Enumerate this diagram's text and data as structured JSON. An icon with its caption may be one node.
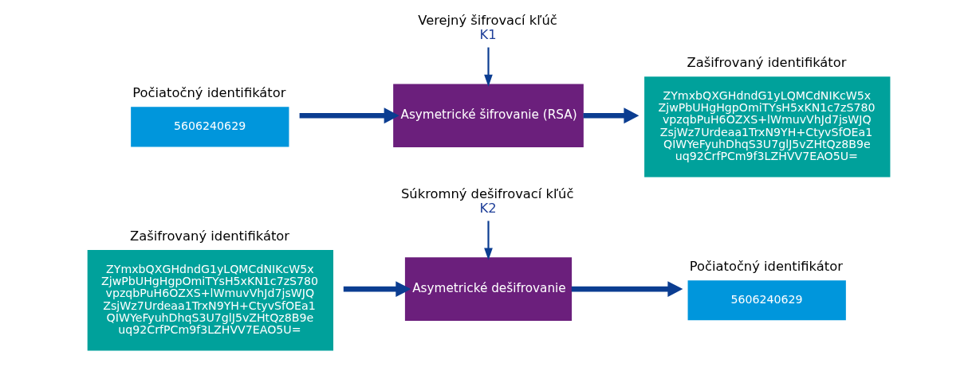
{
  "diagram": {
    "nodes": [
      {
        "text": [
          "Počiatočný identifikátor",
          "5606240629"
        ]
      },
      {
        "text": [
          "Verejný šifrovací kľúč",
          "K1"
        ]
      },
      {
        "text": [
          "Asymetrické šifrovanie (RSA)"
        ]
      },
      {
        "text": [
          "Zašifrovaný identifikátor",
          "ZYmxbQXGHdndG1yLQMCdNIKcW5x ZjwPbUHgHgpOmiTYsH5xKN1c7zS780 vpzqbPuH6OZXS+lWmuvVhJd7jsWJQ ZsjWz7Urdeaa1TrxN9YH+CtyvSfOEa1 QIWYeFyuhDhqS3U7glJ5vZHtQz8B9e uq92CrfPCm9f3LZHVV7EAO5U="
        ]
      },
      {
        "text": [
          "Zašifrovaný identifikátor",
          "ZYmxbQXGHdndG1yLQMCdNIKcW5x ZjwPbUHgHgpOmiTYsH5xKN1c7zS780 vpzqbPuH6OZXS+lWmuvVhJd7jsWJQ ZsjWz7Urdeaa1TrxN9YH+CtyvSfOEa1 QIWYeFyuhDhqS3U7glJ5vZHtQz8B9e uq92CrfPCm9f3LZHVV7EAO5U="
        ]
      },
      {
        "text": [
          "Súkromný dešifrovací kľúč",
          "K2"
        ]
      },
      {
        "text": [
          "Asymetrické dešifrovanie"
        ]
      },
      {
        "text": [
          "Počiatočný identifikátor",
          "5606240629"
        ]
      }
    ],
    "edges": [
      {
        "from": 0,
        "to": 2,
        "arrow": "to"
      },
      {
        "from": 1,
        "to": 2,
        "arrow": "to"
      },
      {
        "from": 2,
        "to": 3,
        "arrow": "to"
      },
      {
        "from": 4,
        "to": 6,
        "arrow": "to"
      },
      {
        "from": 5,
        "to": 6,
        "arrow": "to"
      },
      {
        "from": 6,
        "to": 7,
        "arrow": "to"
      }
    ]
  }
}
